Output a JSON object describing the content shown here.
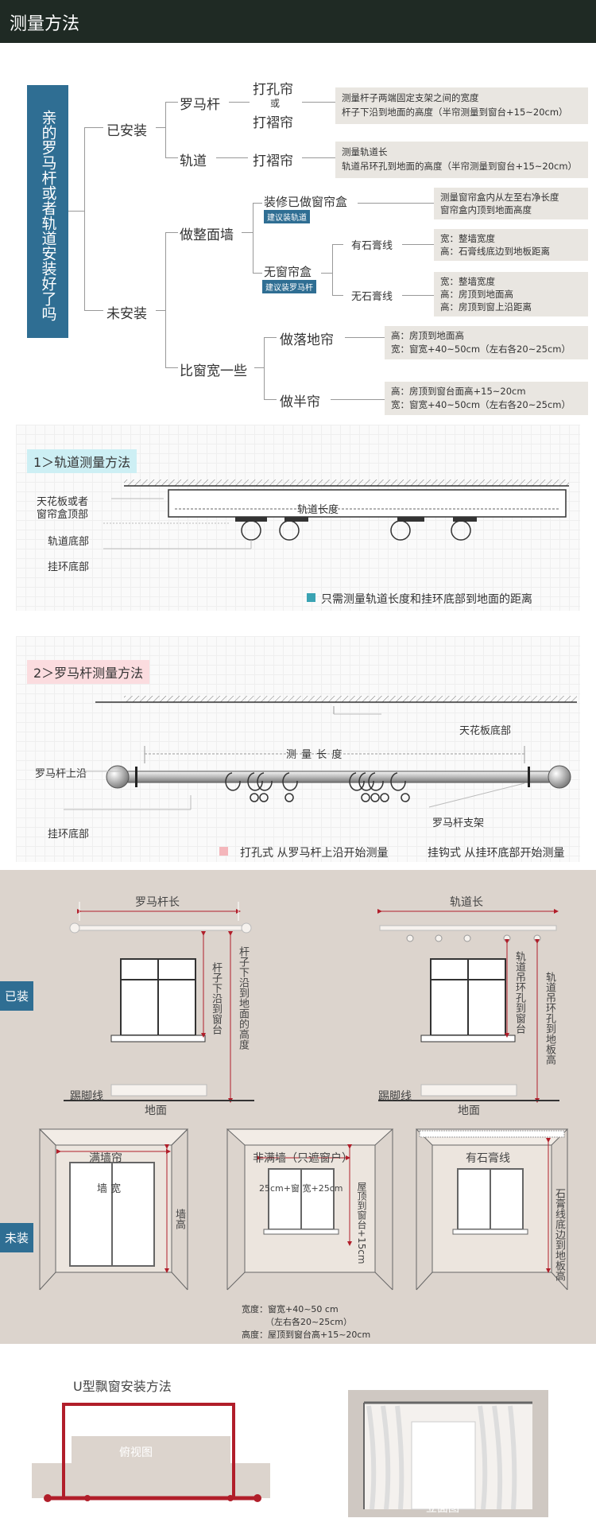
{
  "header": {
    "title": "测量方法"
  },
  "tree": {
    "root": "亲的罗马杆或者轨道安装好了吗",
    "installed": "已安装",
    "roman_rod": "罗马杆",
    "punch": "打孔帘",
    "or": "或",
    "pleat": "打褶帘",
    "roman_note": [
      "测量杆子两端固定支架之间的宽度",
      "杆子下沿到地面的高度（半帘测量到窗台+15~20cm）"
    ],
    "track": "轨道",
    "track_pleat": "打褶帘",
    "track_note": [
      "测量轨道长",
      "轨道吊环孔到地面的高度（半帘测量到窗台+15~20cm）"
    ],
    "not_installed": "未安装",
    "full_wall": "做整面墙",
    "box_done": "装修已做窗帘盒",
    "box_tag": "建议装轨道",
    "box_note": [
      "测量窗帘盒内从左至右净长度",
      "窗帘盒内顶到地面高度"
    ],
    "no_box": "无窗帘盒",
    "no_box_tag": "建议装罗马杆",
    "has_gypsum": "有石膏线",
    "has_gypsum_note": [
      "宽：整墙宽度",
      "高：石膏线底边到地板距离"
    ],
    "no_gypsum": "无石膏线",
    "no_gypsum_note": [
      "宽：整墙宽度",
      "高：房顶到地面高",
      "高：房顶到窗上沿距离"
    ],
    "wider": "比窗宽一些",
    "floor": "做落地帘",
    "floor_note": [
      "高：房顶到地面高",
      "宽：窗宽+40~50cm（左右各20~25cm）"
    ],
    "half": "做半帘",
    "half_note": [
      "高：房顶到窗台面高+15~20cm",
      "宽：窗宽+40~50cm（左右各20~25cm）"
    ]
  },
  "track_section": {
    "title": "1＞轨道测量方法",
    "ceiling": "天花板或者",
    "ceiling2": "窗帘盒顶部",
    "track_bottom": "轨道底部",
    "ring_bottom": "挂环底部",
    "length": "轨道长度",
    "legend": "只需测量轨道长度和挂环底部到地面的距离",
    "legend_color": "#3aa3b3"
  },
  "rod_section": {
    "title": "2＞罗马杆测量方法",
    "ceiling_bottom": "天花板底部",
    "length": "测 量 长 度",
    "rod_top": "罗马杆上沿",
    "ring_bottom": "挂环底部",
    "bracket": "罗马杆支架",
    "legend_a": "打孔式 从罗马杆上沿开始测量",
    "legend_b": "挂钩式 从挂环底部开始测量",
    "legend_color": "#f4b6bb"
  },
  "installed_panel": {
    "tag": "已装",
    "rod_len": "罗马杆长",
    "rod_to_sill": "杆子下沿到窗台",
    "rod_to_floor": "杆子下沿到地面的高度",
    "skirting": "踢脚线",
    "ground": "地面",
    "track_len": "轨道长",
    "track_to_sill": "轨道吊环孔到窗台",
    "track_to_floor": "轨道吊环孔到地板高",
    "skirting2": "踢脚线",
    "ground2": "地面"
  },
  "uninstalled_panel": {
    "tag": "未装",
    "full": "满墙帘",
    "wall_w": "墙 宽",
    "wall_h": "墙高",
    "partial": "非满墙（只遮窗户）",
    "partial_w": "25cm+窗 宽+25cm",
    "partial_h": "屋顶到窗台+15cm",
    "gypsum": "有石膏线",
    "gypsum_h": "石膏线底边到地板高",
    "note1": "宽度：窗宽+40~50 cm",
    "note2": "（左右各20~25cm）",
    "note3": "高度：屋顶到窗台高+15~20cm"
  },
  "bay": {
    "title": "U型飘窗安装方法",
    "top": "俯视图",
    "front": "立面图"
  }
}
